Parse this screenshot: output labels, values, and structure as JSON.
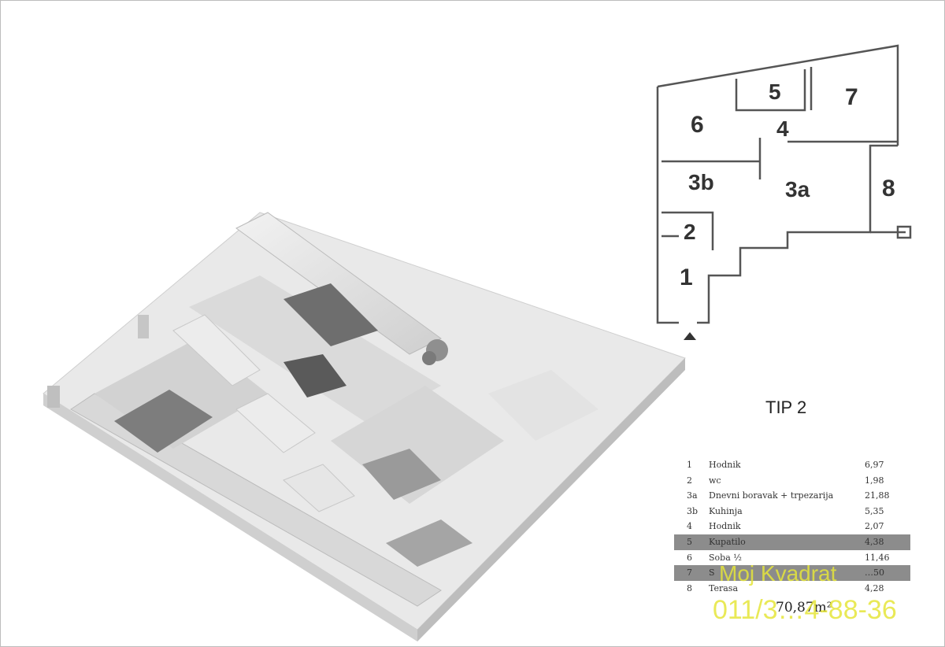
{
  "plan": {
    "rooms": [
      {
        "id": "r5",
        "label": "5"
      },
      {
        "id": "r7",
        "label": "7"
      },
      {
        "id": "r6",
        "label": "6"
      },
      {
        "id": "r4",
        "label": "4"
      },
      {
        "id": "r3b",
        "label": "3b"
      },
      {
        "id": "r3a",
        "label": "3a"
      },
      {
        "id": "r8",
        "label": "8"
      },
      {
        "id": "r2",
        "label": "2"
      },
      {
        "id": "r1",
        "label": "1"
      }
    ]
  },
  "type_title": "TIP 2",
  "legend": [
    {
      "num": "1",
      "name": "Hodnik",
      "area": "6,97"
    },
    {
      "num": "2",
      "name": "wc",
      "area": "1,98"
    },
    {
      "num": "3a",
      "name": "Dnevni boravak + trpezarija",
      "area": "21,88"
    },
    {
      "num": "3b",
      "name": "Kuhinja",
      "area": "5,35"
    },
    {
      "num": "4",
      "name": "Hodnik",
      "area": "2,07"
    },
    {
      "num": "5",
      "name": "Kupatilo",
      "area": "4,38"
    },
    {
      "num": "6",
      "name": "Soba ½",
      "area": "11,46"
    },
    {
      "num": "7",
      "name": "S",
      "area": "…50"
    },
    {
      "num": "8",
      "name": "Terasa",
      "area": "4,28"
    }
  ],
  "total_area": "70,87m²",
  "watermark": {
    "name": "Moj Kvadrat",
    "phone": "011/3…4-88-36"
  }
}
